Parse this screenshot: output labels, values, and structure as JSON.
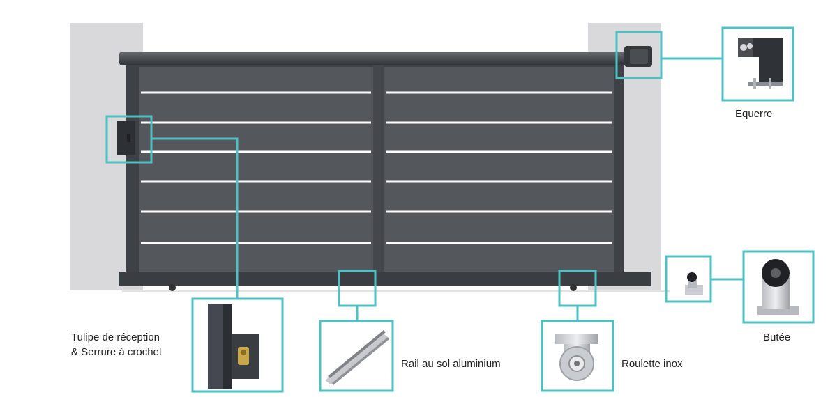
{
  "colors": {
    "accent": "#4dc1c3",
    "gate": "#54575c",
    "gate_dark": "#3e4146",
    "slat": "#ffffff",
    "pillar": "#d9d9db"
  },
  "labels": {
    "tulipe_line1": "Tulipe de réception",
    "tulipe_line2": "& Serrure à crochet",
    "rail": "Rail au sol aluminium",
    "roulette": "Roulette inox",
    "equerre": "Equerre",
    "butee": "Butée"
  }
}
